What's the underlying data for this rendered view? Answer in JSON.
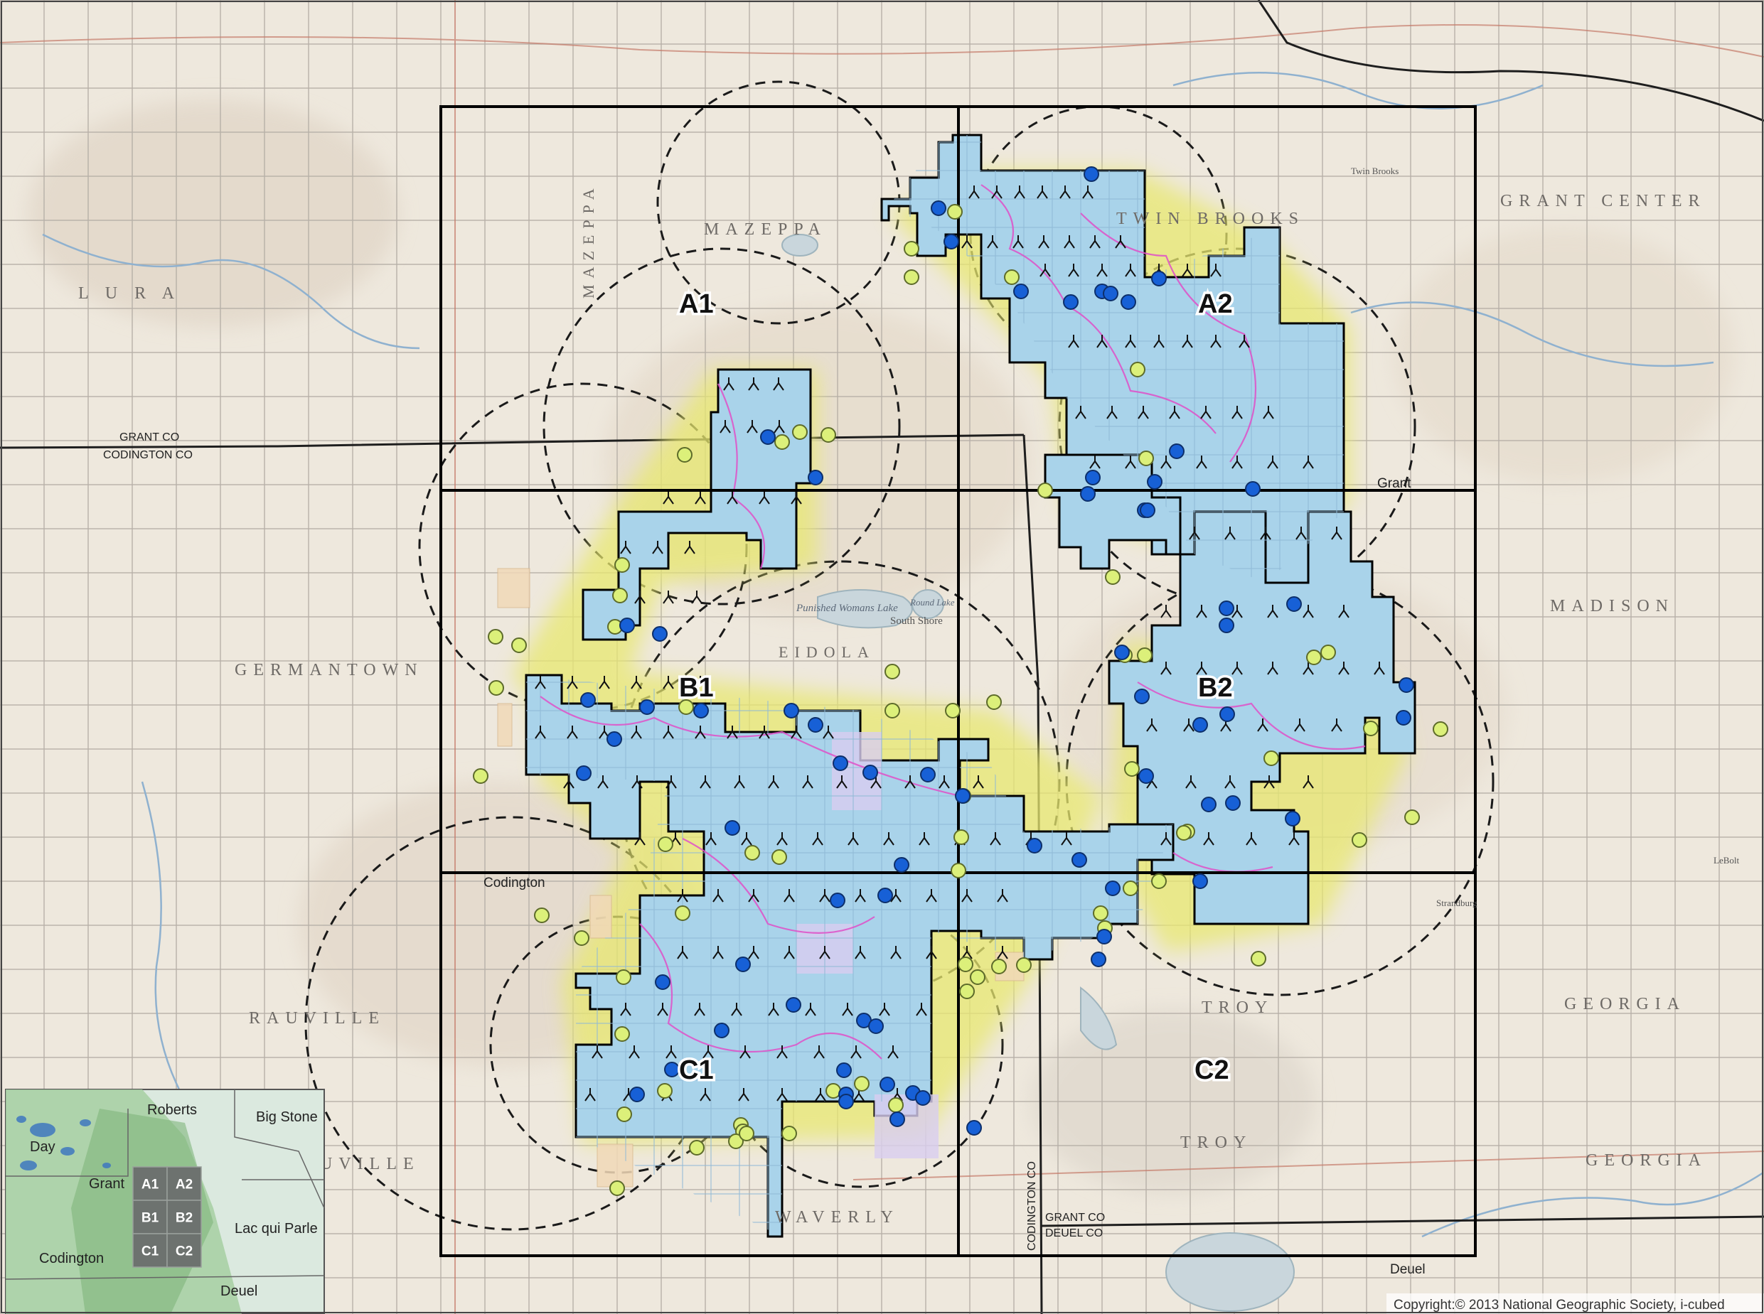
{
  "map": {
    "quadrant_labels": [
      "A1",
      "A2",
      "B1",
      "B2",
      "C1",
      "C2"
    ],
    "township_labels": {
      "mazeppa": "MAZEPPA",
      "mazeppa_v": "MAZEPPA",
      "lura": "L U R A",
      "germantown": "GERMANTOWN",
      "rauville": "RAUVILLE",
      "uville": "UVILLE",
      "waverly": "WAVERLY",
      "troy1": "TROY",
      "troy2": "TROY",
      "georgia1": "GEORGIA",
      "georgia2": "GEORGIA",
      "madison": "MADISON",
      "grant_center": "GRANT CENTER",
      "twin_brooks": "TWIN BROOKS",
      "eidola": "EIDOLA"
    },
    "county_labels": {
      "grant_co": "GRANT CO",
      "codington_co": "CODINGTON CO",
      "grant": "Grant",
      "codington": "Codington",
      "deuel": "Deuel",
      "grant_co_2": "GRANT CO",
      "deuel_co": "DEUEL CO",
      "codington_co_v": "CODINGTON CO"
    },
    "place_labels": {
      "punished_womans_lake": "Punished Womans Lake",
      "round_lake": "Round Lake",
      "south_shore": "South Shore",
      "twin_brooks_town": "Twin Brooks",
      "lebolt": "LeBolt",
      "strandburg": "Strandburg"
    },
    "copyright": "Copyright:© 2013 National Geographic Society, i-cubed"
  },
  "inset": {
    "counties": [
      "Roberts",
      "Big Stone",
      "Day",
      "Grant",
      "Lac qui Parle",
      "Codington",
      "Deuel"
    ],
    "grid": [
      [
        "A1",
        "A2"
      ],
      [
        "B1",
        "B2"
      ],
      [
        "C1",
        "C2"
      ]
    ]
  },
  "colors": {
    "project_fill": "#a9d3ea",
    "project_outline": "#000000",
    "blue_marker": "#1760d6",
    "yellow_marker": "#dcf07a",
    "contour_pink": "#e050c8",
    "contour_yellow": "#e8e840",
    "contour_green": "#9ccc5a",
    "grid_line": "#000000"
  }
}
